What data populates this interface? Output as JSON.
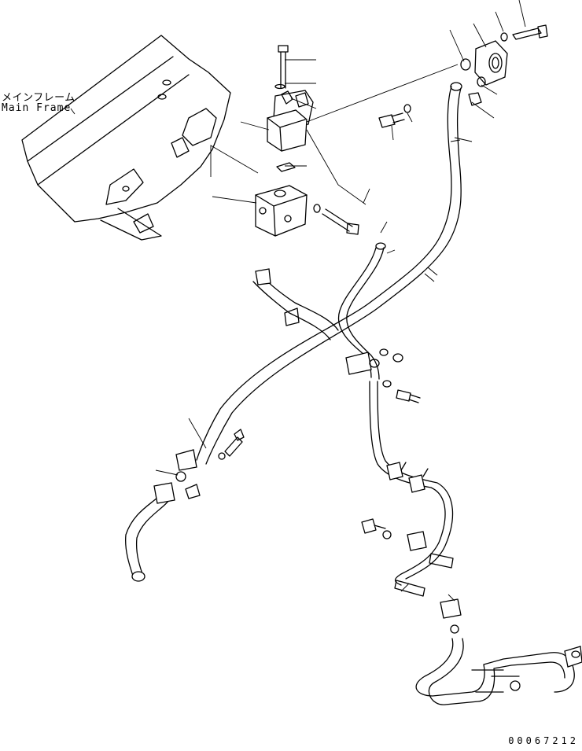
{
  "labels": {
    "main_frame_jp": "メインフレーム",
    "main_frame_en": "Main Frame",
    "drawing_number": "00067212"
  },
  "colors": {
    "line": "#000000",
    "background": "#ffffff"
  }
}
